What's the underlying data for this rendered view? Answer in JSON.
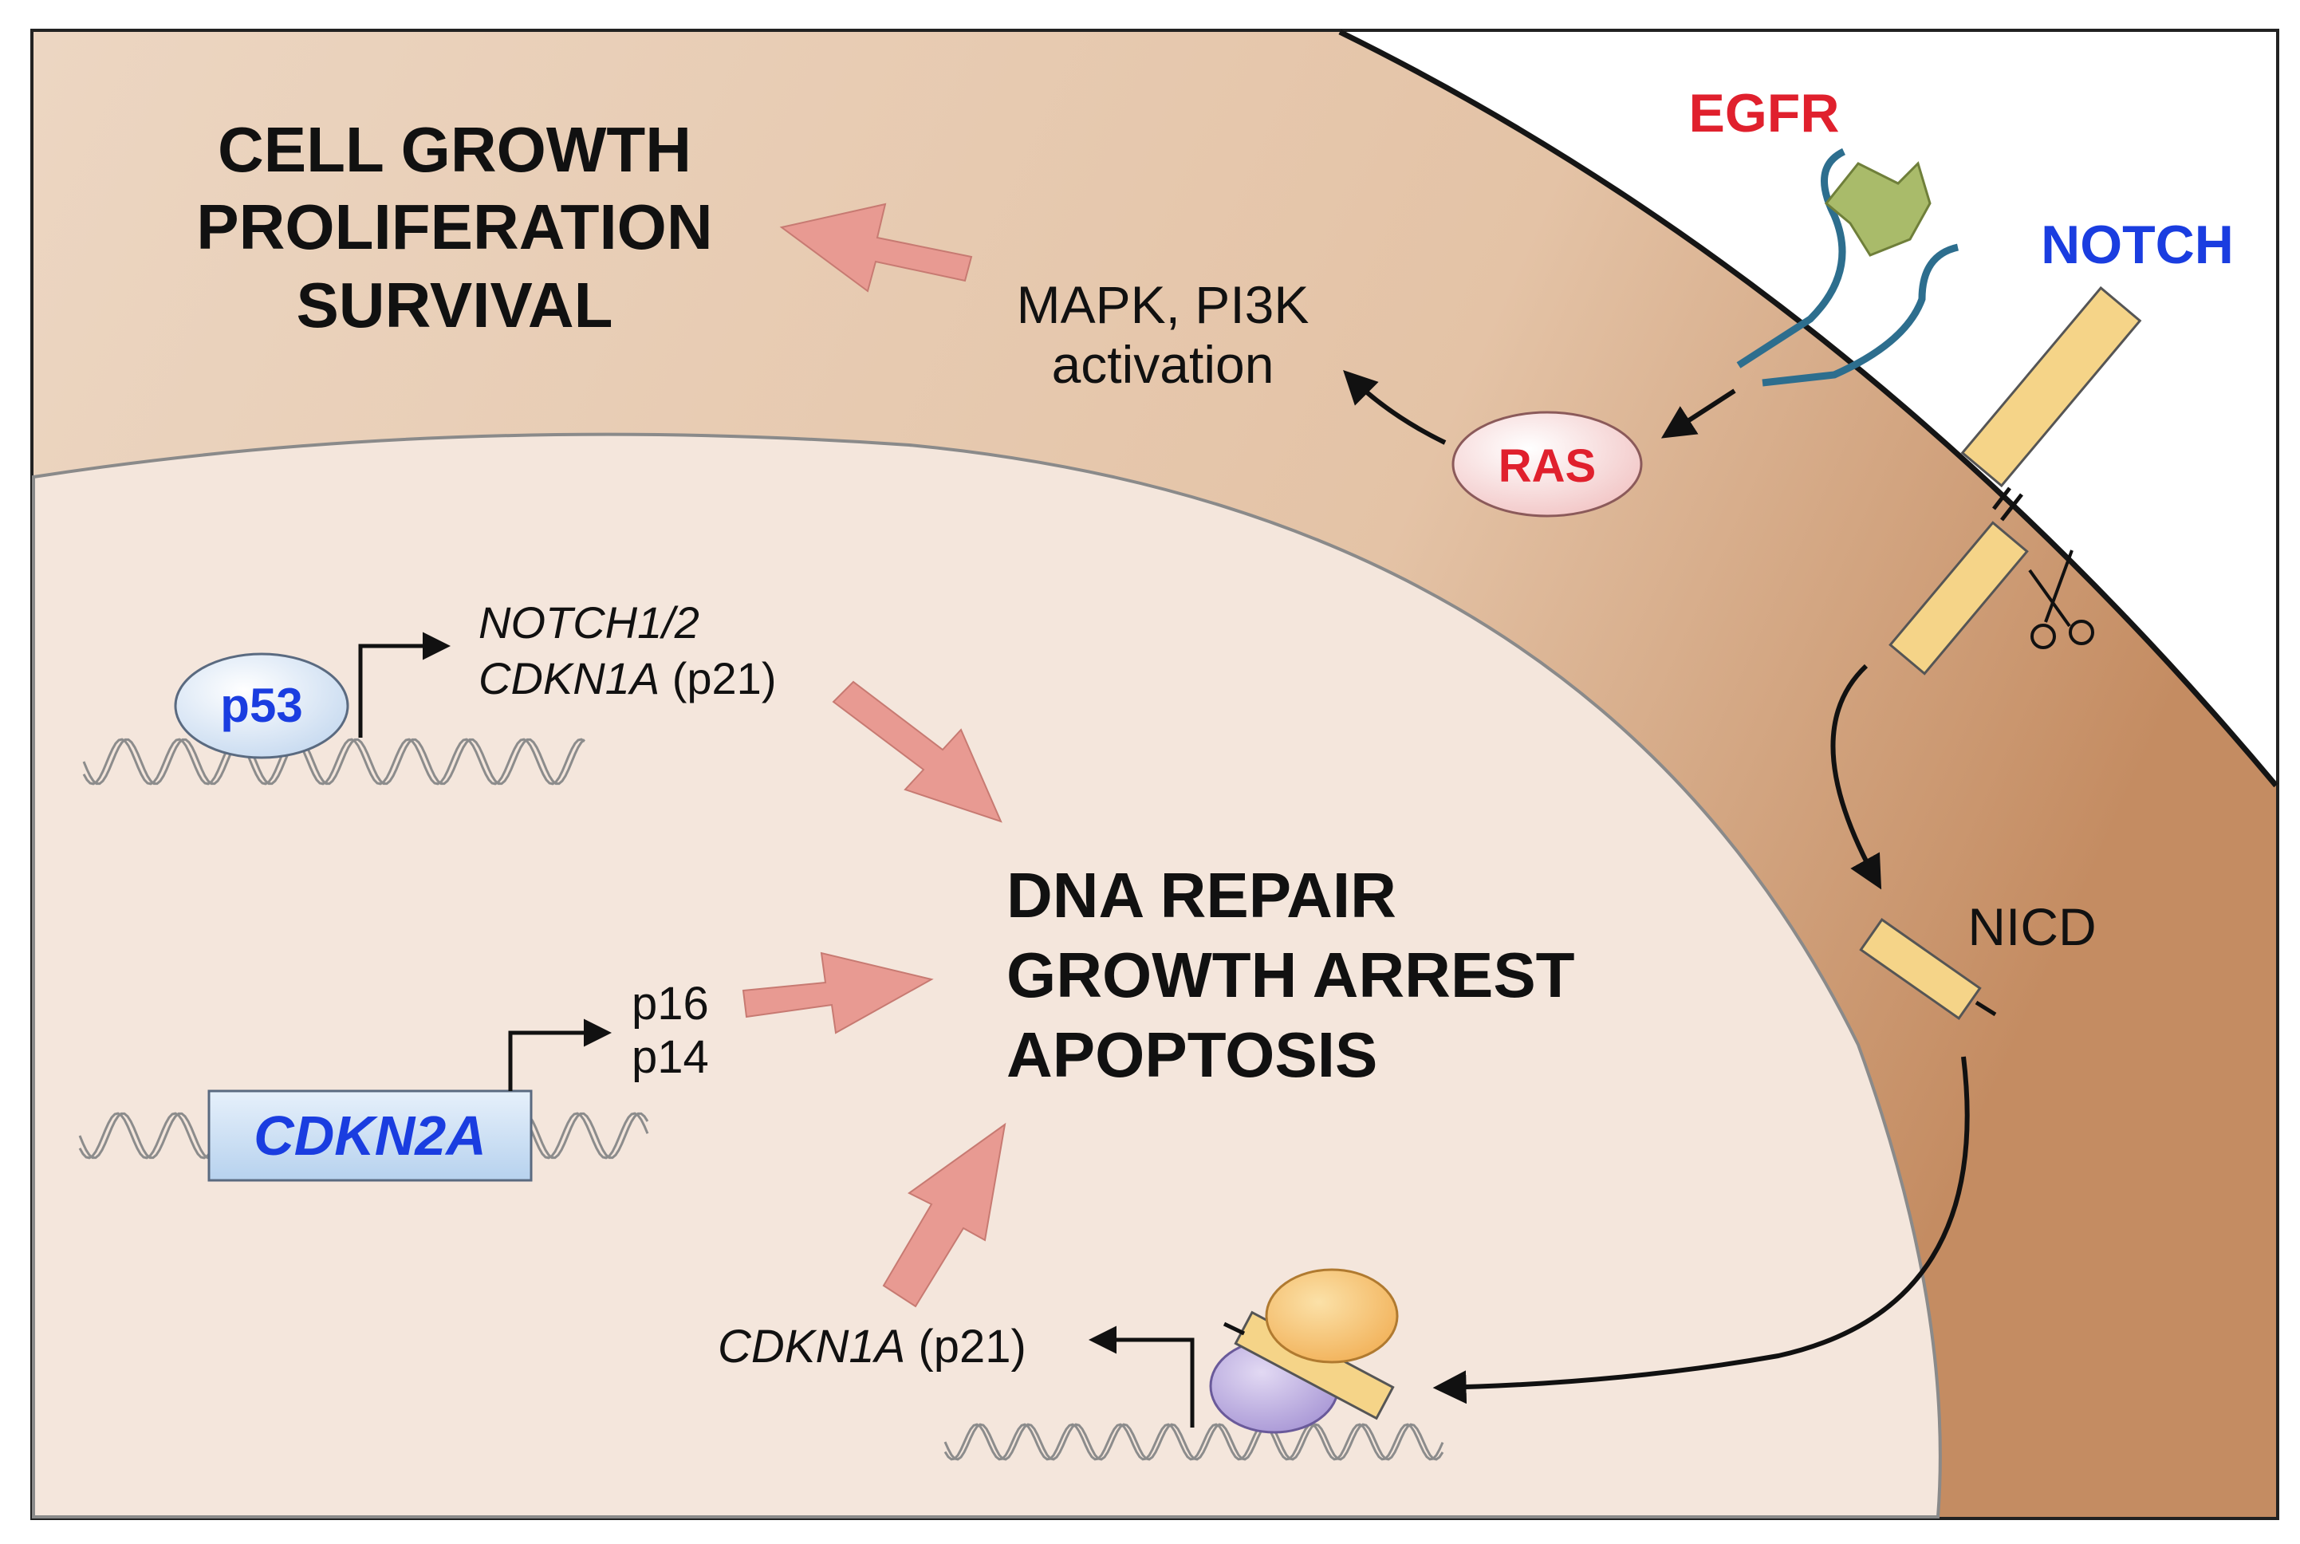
{
  "outcomes": {
    "growth": [
      "CELL GROWTH",
      "PROLIFERATION",
      "SURVIVAL"
    ],
    "repair": [
      "DNA REPAIR",
      "GROWTH ARREST",
      "APOPTOSIS"
    ]
  },
  "receptors": {
    "egfr": "EGFR",
    "notch": "NOTCH",
    "ras": "RAS",
    "nicd": "NICD"
  },
  "signaling": {
    "line1": "MAPK, PI3K",
    "line2": "activation"
  },
  "p53_block": {
    "protein": "p53",
    "target1": "NOTCH1/2",
    "target2_gene": "CDKN1A",
    "target2_suffix": " (p21)"
  },
  "cdkn2a_block": {
    "gene": "CDKN2A",
    "product1": "p16",
    "product2": "p14"
  },
  "nicd_target": {
    "gene": "CDKN1A",
    "suffix": " (p21)"
  },
  "colors": {
    "cytoplasm": "#e8cdb6",
    "membrane_edge": "#c9916a",
    "nucleus": "#f4e6dc",
    "red_label": "#e0202d",
    "blue_label": "#1a3de0",
    "pink_arrow": "#e89a92",
    "notch_yellow": "#f5d488",
    "receptor_blue": "#2d6e8e",
    "ligand_green": "#a9bb6a"
  }
}
